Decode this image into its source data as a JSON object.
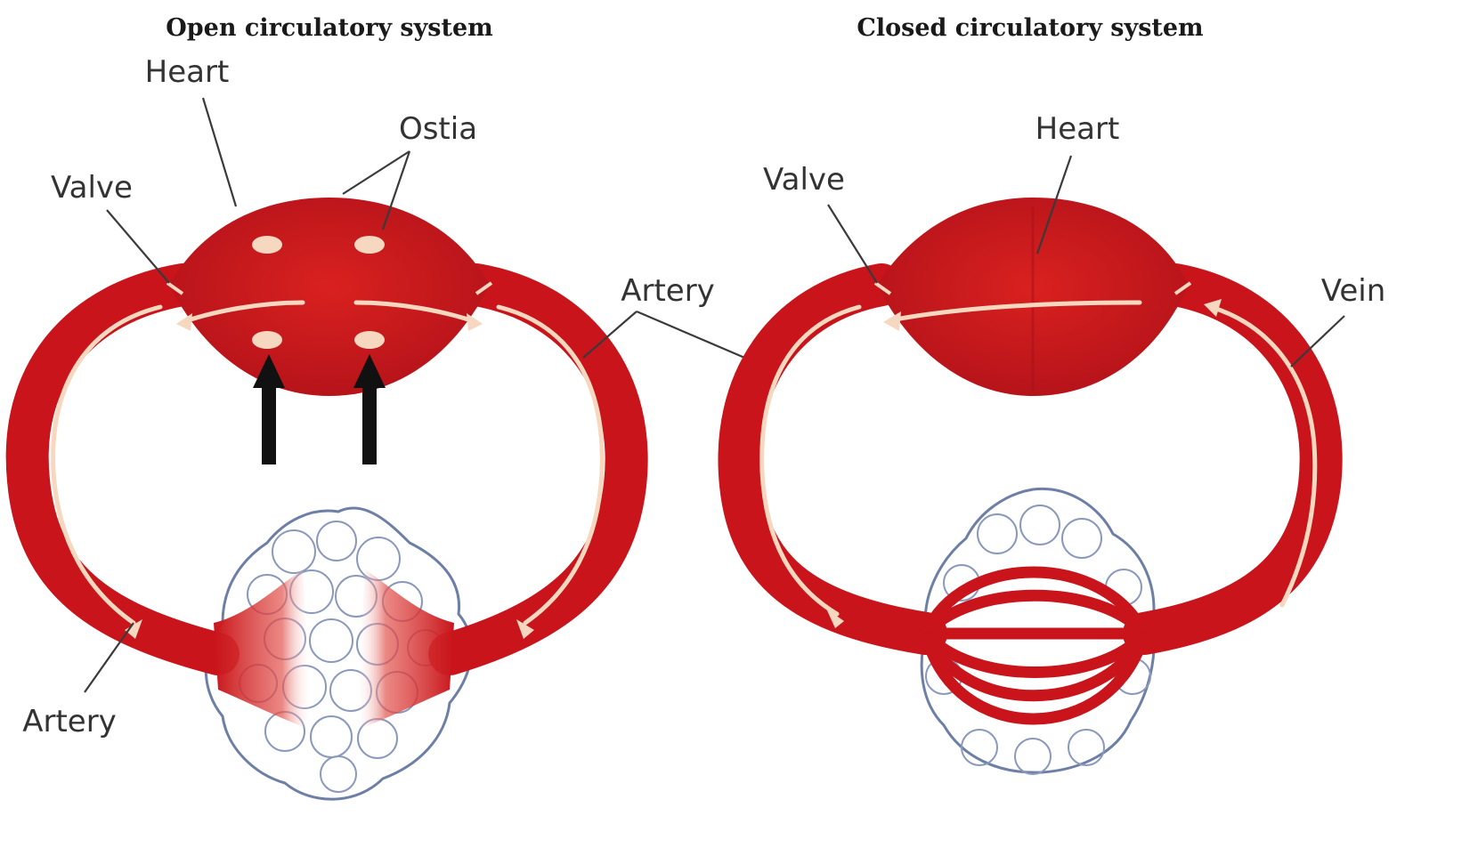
{
  "open_system": {
    "title": "Open circulatory system",
    "labels": {
      "heart": "Heart",
      "ostia": "Ostia",
      "valve": "Valve",
      "artery_right": "Artery",
      "artery_bottom": "Artery"
    }
  },
  "closed_system": {
    "title": "Closed circulatory system",
    "labels": {
      "heart": "Heart",
      "valve": "Valve",
      "vein": "Vein"
    }
  },
  "colors": {
    "vessel": "#c8141a",
    "heart": "#c3161c",
    "flow_arrow": "#f6d8c0",
    "tissue_outline": "#6d7fa6",
    "ostia_arrow": "#111111"
  }
}
